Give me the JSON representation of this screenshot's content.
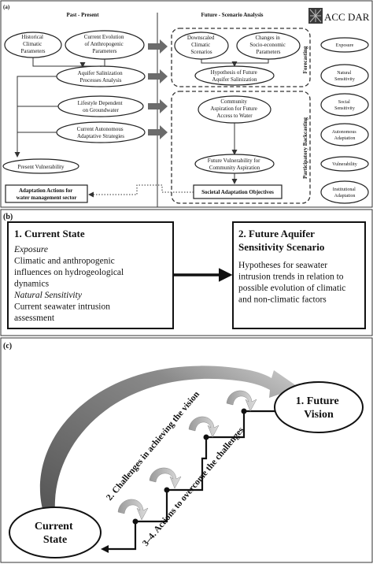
{
  "panel_a": {
    "label": "(a)",
    "header_left": "Past - Present",
    "header_right": "Future - Scenario Analysis",
    "logo_text": "ACC DAR",
    "left": {
      "historical": [
        "Historical",
        "Climatic",
        "Parameters"
      ],
      "current_evolution": [
        "Current Evolution",
        "of Anthropogenic",
        "Parameters"
      ],
      "aquifer": [
        "Aquifer Salinization",
        "Processes Analysis"
      ],
      "lifestyle": [
        "Lifestyle Dependent",
        "on Groundwater"
      ],
      "autonomous": [
        "Current Autonomous",
        "Adaptative Strategies"
      ],
      "present_vulnerability": "Present Vulnerability",
      "adaptation_actions": [
        "Adaptation Actions for",
        "water management sector"
      ]
    },
    "right": {
      "downscaled": [
        "Downscaled",
        "Climatic",
        "Scenarios"
      ],
      "changes": [
        "Changes in",
        "Socio-economic",
        "Parameters"
      ],
      "hypothesis": [
        "Hypothesis of Future",
        "Aquifer Salinization"
      ],
      "community": [
        "Community",
        "Aspiration for Future",
        "Access to Water"
      ],
      "future_vulnerability": [
        "Future Vulnerability for",
        "Community Aspiration"
      ],
      "societal": "Societal Adaptation Objectives",
      "forecasting": "Forecasting",
      "backcasting": "Participatory Backcasting"
    },
    "indicators": {
      "exposure": [
        "Exposure"
      ],
      "natural_sensitivity": [
        "Natural",
        "Sensitivity"
      ],
      "social_sensitivity": [
        "Social",
        "Sensitivity"
      ],
      "autonomous_adaptation": [
        "Autonomous",
        "Adaptation"
      ],
      "vulnerability": [
        "Vulnerability"
      ],
      "institutional_adaptation": [
        "Institutional",
        "Adaptation"
      ]
    }
  },
  "panel_b": {
    "label": "(b)",
    "left_title": "1. Current State",
    "left_lines": [
      {
        "text": "Exposure",
        "italic": true
      },
      {
        "text": "Climatic and anthropogenic",
        "italic": false
      },
      {
        "text": "influences on hydrogeological",
        "italic": false
      },
      {
        "text": "dynamics",
        "italic": false
      },
      {
        "text": "Natural Sensitivity",
        "italic": true
      },
      {
        "text": "Current seawater intrusion",
        "italic": false
      },
      {
        "text": "assessment",
        "italic": false
      }
    ],
    "right_title": [
      "2. Future Aquifer",
      "Sensitivity Scenario"
    ],
    "right_lines": [
      "Hypotheses for seawater",
      "intrusion trends in relation to",
      "possible evolution of climatic",
      "and non-climatic factors"
    ]
  },
  "panel_c": {
    "label": "(c)",
    "future_vision": [
      "1. Future",
      "Vision"
    ],
    "current_state": [
      "Current",
      "State"
    ],
    "challenges": "2. Challenges in achieving the vision",
    "actions": "3–4. Actions to overcome the challenges"
  }
}
